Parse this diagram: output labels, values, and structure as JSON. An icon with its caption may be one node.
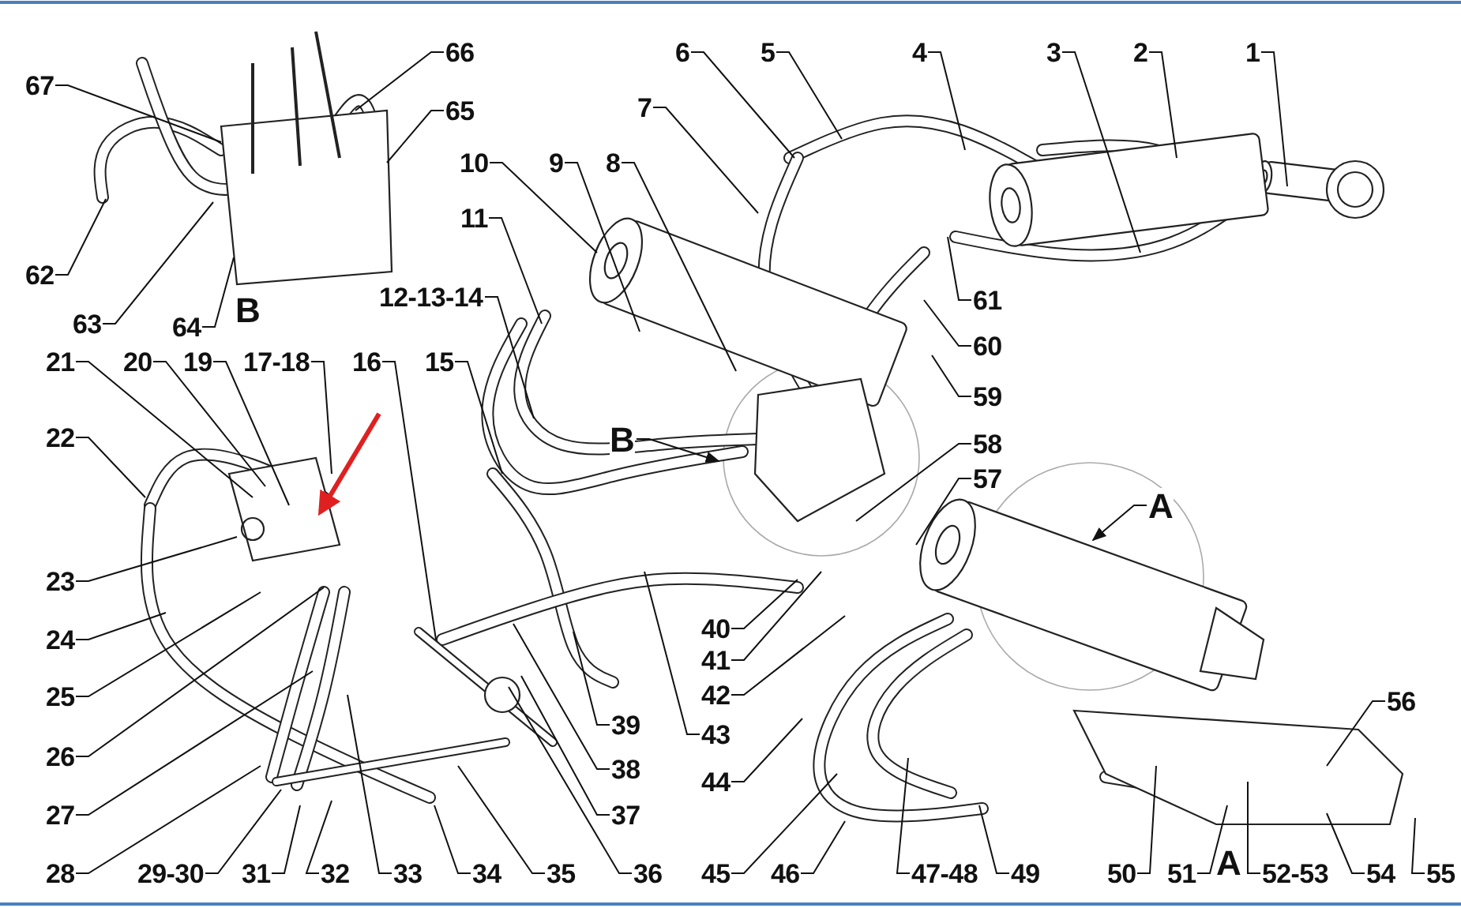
{
  "diagram": {
    "nodes": [
      {
        "text": [
          "67"
        ]
      },
      {
        "text": [
          "66"
        ]
      },
      {
        "text": [
          "6"
        ]
      },
      {
        "text": [
          "5"
        ]
      },
      {
        "text": [
          "4"
        ]
      },
      {
        "text": [
          "3"
        ]
      },
      {
        "text": [
          "2"
        ]
      },
      {
        "text": [
          "1"
        ]
      },
      {
        "text": [
          "65"
        ]
      },
      {
        "text": [
          "7"
        ]
      },
      {
        "text": [
          "10"
        ]
      },
      {
        "text": [
          "9"
        ]
      },
      {
        "text": [
          "8"
        ]
      },
      {
        "text": [
          "11"
        ]
      },
      {
        "text": [
          "62"
        ]
      },
      {
        "text": [
          "61"
        ]
      },
      {
        "text": [
          "12-13-14"
        ]
      },
      {
        "text": [
          "63"
        ]
      },
      {
        "text": [
          "64"
        ]
      },
      {
        "text": [
          "60"
        ]
      },
      {
        "text": [
          "21"
        ]
      },
      {
        "text": [
          "20"
        ]
      },
      {
        "text": [
          "19"
        ]
      },
      {
        "text": [
          "17-18"
        ]
      },
      {
        "text": [
          "16"
        ]
      },
      {
        "text": [
          "15"
        ]
      },
      {
        "text": [
          "59"
        ]
      },
      {
        "text": [
          "22"
        ]
      },
      {
        "text": [
          "B"
        ]
      },
      {
        "text": [
          "58"
        ]
      },
      {
        "text": [
          "57"
        ]
      },
      {
        "text": [
          "A"
        ]
      },
      {
        "text": [
          "23"
        ]
      },
      {
        "text": [
          "40"
        ]
      },
      {
        "text": [
          "24"
        ]
      },
      {
        "text": [
          "41"
        ]
      },
      {
        "text": [
          "42"
        ]
      },
      {
        "text": [
          "25"
        ]
      },
      {
        "text": [
          "56"
        ]
      },
      {
        "text": [
          "39"
        ]
      },
      {
        "text": [
          "43"
        ]
      },
      {
        "text": [
          "26"
        ]
      },
      {
        "text": [
          "38"
        ]
      },
      {
        "text": [
          "44"
        ]
      },
      {
        "text": [
          "27"
        ]
      },
      {
        "text": [
          "37"
        ]
      },
      {
        "text": [
          "28"
        ]
      },
      {
        "text": [
          "29-30"
        ]
      },
      {
        "text": [
          "31"
        ]
      },
      {
        "text": [
          "32"
        ]
      },
      {
        "text": [
          "33"
        ]
      },
      {
        "text": [
          "34"
        ]
      },
      {
        "text": [
          "35"
        ]
      },
      {
        "text": [
          "36"
        ]
      },
      {
        "text": [
          "45"
        ]
      },
      {
        "text": [
          "46"
        ]
      },
      {
        "text": [
          "47-48"
        ]
      },
      {
        "text": [
          "49"
        ]
      },
      {
        "text": [
          "50"
        ]
      },
      {
        "text": [
          "51"
        ]
      },
      {
        "text": [
          "52-53"
        ]
      },
      {
        "text": [
          "54"
        ]
      },
      {
        "text": [
          "55"
        ]
      }
    ],
    "edges": [
      {
        "from": 0,
        "to": null,
        "arrow": "none"
      },
      {
        "from": 1,
        "to": null,
        "arrow": "none"
      },
      {
        "from": 2,
        "to": null,
        "arrow": "none"
      },
      {
        "from": 3,
        "to": null,
        "arrow": "none"
      },
      {
        "from": 4,
        "to": null,
        "arrow": "none"
      },
      {
        "from": 5,
        "to": null,
        "arrow": "none"
      },
      {
        "from": 6,
        "to": null,
        "arrow": "none"
      },
      {
        "from": 7,
        "to": null,
        "arrow": "none"
      },
      {
        "from": 8,
        "to": null,
        "arrow": "none"
      },
      {
        "from": 9,
        "to": null,
        "arrow": "none"
      },
      {
        "from": 10,
        "to": null,
        "arrow": "none"
      },
      {
        "from": 11,
        "to": null,
        "arrow": "none"
      },
      {
        "from": 12,
        "to": null,
        "arrow": "none"
      },
      {
        "from": 13,
        "to": null,
        "arrow": "none"
      },
      {
        "from": 14,
        "to": null,
        "arrow": "none"
      },
      {
        "from": 15,
        "to": null,
        "arrow": "none"
      },
      {
        "from": 16,
        "to": null,
        "arrow": "none"
      },
      {
        "from": 17,
        "to": null,
        "arrow": "none"
      },
      {
        "from": 18,
        "to": null,
        "arrow": "none"
      },
      {
        "from": 19,
        "to": null,
        "arrow": "none"
      },
      {
        "from": 20,
        "to": null,
        "arrow": "none"
      },
      {
        "from": 21,
        "to": null,
        "arrow": "none"
      },
      {
        "from": 22,
        "to": null,
        "arrow": "none"
      },
      {
        "from": 23,
        "to": null,
        "arrow": "none"
      },
      {
        "from": 24,
        "to": null,
        "arrow": "none"
      },
      {
        "from": 25,
        "to": null,
        "arrow": "none"
      },
      {
        "from": 26,
        "to": null,
        "arrow": "none"
      },
      {
        "from": 27,
        "to": null,
        "arrow": "none"
      },
      {
        "from": 28,
        "to": null,
        "arrow": "to"
      },
      {
        "from": 29,
        "to": null,
        "arrow": "none"
      },
      {
        "from": 30,
        "to": null,
        "arrow": "none"
      },
      {
        "from": 31,
        "to": null,
        "arrow": "to"
      },
      {
        "from": 32,
        "to": null,
        "arrow": "none"
      },
      {
        "from": 33,
        "to": null,
        "arrow": "none"
      },
      {
        "from": 34,
        "to": null,
        "arrow": "none"
      },
      {
        "from": 35,
        "to": null,
        "arrow": "none"
      },
      {
        "from": 36,
        "to": null,
        "arrow": "none"
      },
      {
        "from": 37,
        "to": null,
        "arrow": "none"
      },
      {
        "from": 38,
        "to": null,
        "arrow": "none"
      },
      {
        "from": 39,
        "to": null,
        "arrow": "none"
      },
      {
        "from": 40,
        "to": null,
        "arrow": "none"
      },
      {
        "from": 41,
        "to": null,
        "arrow": "none"
      },
      {
        "from": 42,
        "to": null,
        "arrow": "none"
      },
      {
        "from": 43,
        "to": null,
        "arrow": "none"
      },
      {
        "from": 44,
        "to": null,
        "arrow": "none"
      },
      {
        "from": 45,
        "to": null,
        "arrow": "none"
      },
      {
        "from": 46,
        "to": null,
        "arrow": "none"
      },
      {
        "from": 47,
        "to": null,
        "arrow": "none"
      },
      {
        "from": 48,
        "to": null,
        "arrow": "none"
      },
      {
        "from": 49,
        "to": null,
        "arrow": "none"
      },
      {
        "from": 50,
        "to": null,
        "arrow": "none"
      },
      {
        "from": 51,
        "to": null,
        "arrow": "none"
      },
      {
        "from": 52,
        "to": null,
        "arrow": "none"
      },
      {
        "from": 53,
        "to": null,
        "arrow": "none"
      },
      {
        "from": 54,
        "to": null,
        "arrow": "none"
      },
      {
        "from": 55,
        "to": null,
        "arrow": "none"
      },
      {
        "from": 56,
        "to": null,
        "arrow": "none"
      },
      {
        "from": 57,
        "to": null,
        "arrow": "none"
      },
      {
        "from": 58,
        "to": null,
        "arrow": "none"
      },
      {
        "from": 59,
        "to": null,
        "arrow": "none"
      },
      {
        "from": 60,
        "to": null,
        "arrow": "none"
      },
      {
        "from": 61,
        "to": null,
        "arrow": "none"
      },
      {
        "from": 62,
        "to": null,
        "arrow": "none"
      }
    ],
    "labels": [
      "B",
      "A"
    ]
  }
}
